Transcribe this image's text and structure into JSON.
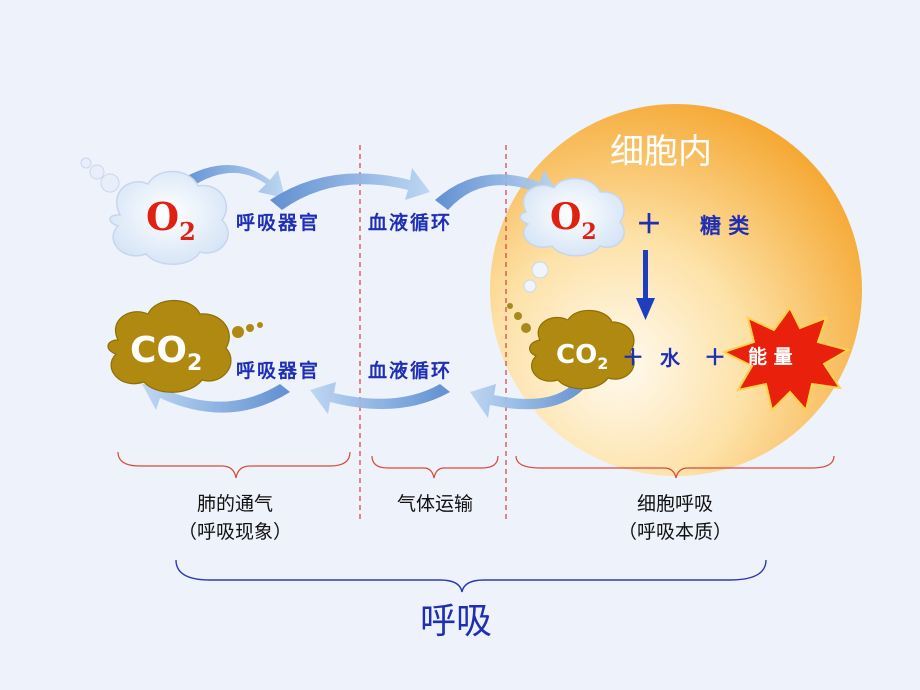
{
  "cell": {
    "title": "细胞内",
    "colors": {
      "outer": "#f6b64a",
      "inner": "#fff3d6"
    }
  },
  "row_top": {
    "o2_main": "O",
    "o2_sub": "2",
    "label_organ": "呼吸器官",
    "label_blood": "血液循环",
    "cell_o2_main": "O",
    "cell_o2_sub": "2",
    "plus": "＋",
    "sugar": "糖 类"
  },
  "row_bottom": {
    "co2_main": "CO",
    "co2_sub": "2",
    "label_organ": "呼吸器官",
    "label_blood": "血液循环",
    "cell_co2_main": "CO",
    "cell_co2_sub": "2",
    "plus1": "＋",
    "water": "水",
    "plus2": "＋",
    "energy": "能 量"
  },
  "captions": {
    "lung_line1": "肺的通气",
    "lung_line2": "（呼吸现象）",
    "gas": "气体运输",
    "cell_line1": "细胞呼吸",
    "cell_line2": "（呼吸本质）"
  },
  "bottom_label": "呼吸",
  "icons": [
    "cloud-icon",
    "arrow-icon",
    "star-burst-icon",
    "brace-icon"
  ]
}
